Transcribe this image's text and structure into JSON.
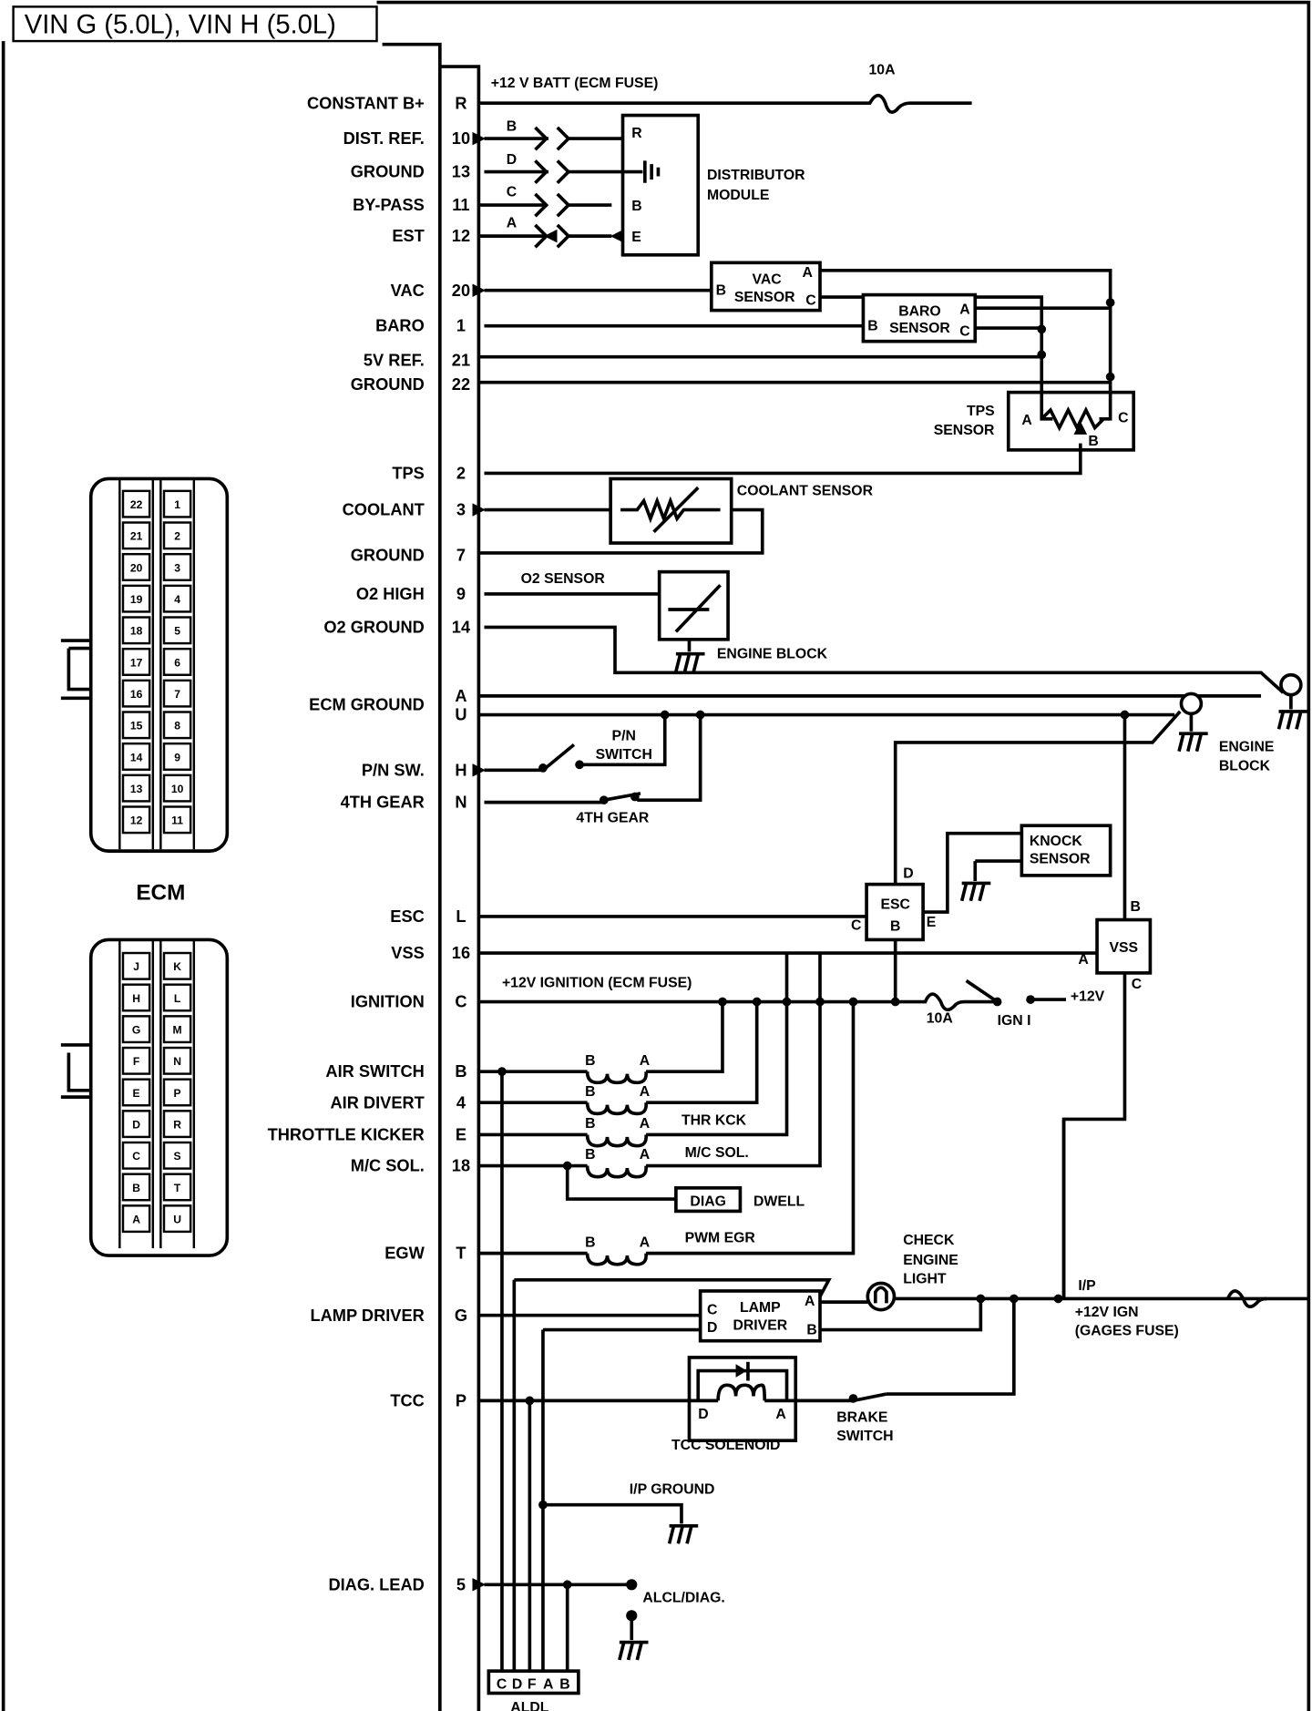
{
  "title": "VIN G (5.0L), VIN H (5.0L)",
  "ecm": {
    "label": "ECM",
    "pins": [
      {
        "label": "CONSTANT B+",
        "pin": "R"
      },
      {
        "label": "DIST. REF.",
        "pin": "10"
      },
      {
        "label": "GROUND",
        "pin": "13"
      },
      {
        "label": "BY-PASS",
        "pin": "11"
      },
      {
        "label": "EST",
        "pin": "12"
      },
      {
        "label": "VAC",
        "pin": "20"
      },
      {
        "label": "BARO",
        "pin": "1"
      },
      {
        "label": "5V REF.",
        "pin": "21"
      },
      {
        "label": "GROUND",
        "pin": "22"
      },
      {
        "label": "TPS",
        "pin": "2"
      },
      {
        "label": "COOLANT",
        "pin": "3"
      },
      {
        "label": "GROUND",
        "pin": "7"
      },
      {
        "label": "O2 HIGH",
        "pin": "9"
      },
      {
        "label": "O2 GROUND",
        "pin": "14"
      },
      {
        "label": "ECM GROUND",
        "pin": "A"
      },
      {
        "label": "",
        "pin": "U"
      },
      {
        "label": "P/N SW.",
        "pin": "H"
      },
      {
        "label": "4TH GEAR",
        "pin": "N"
      },
      {
        "label": "ESC",
        "pin": "L"
      },
      {
        "label": "VSS",
        "pin": "16"
      },
      {
        "label": "IGNITION",
        "pin": "C"
      },
      {
        "label": "AIR SWITCH",
        "pin": "B"
      },
      {
        "label": "AIR DIVERT",
        "pin": "4"
      },
      {
        "label": "THROTTLE KICKER",
        "pin": "E"
      },
      {
        "label": "M/C SOL.",
        "pin": "18"
      },
      {
        "label": "EGW",
        "pin": "T"
      },
      {
        "label": "LAMP DRIVER",
        "pin": "G"
      },
      {
        "label": "TCC",
        "pin": "P"
      },
      {
        "label": "DIAG. LEAD",
        "pin": "5"
      }
    ],
    "connector_upper": {
      "left": [
        "22",
        "21",
        "20",
        "19",
        "18",
        "17",
        "16",
        "15",
        "14",
        "13",
        "12"
      ],
      "right": [
        "1",
        "2",
        "3",
        "4",
        "5",
        "6",
        "7",
        "8",
        "9",
        "10",
        "11"
      ]
    },
    "connector_lower": {
      "left": [
        "J",
        "H",
        "G",
        "F",
        "E",
        "D",
        "C",
        "B",
        "A"
      ],
      "right": [
        "K",
        "L",
        "M",
        "N",
        "P",
        "R",
        "S",
        "T",
        "U"
      ]
    }
  },
  "labels": {
    "batt": "+12 V BATT (ECM FUSE)",
    "fuse_batt": "10A",
    "dist_wires": [
      "B",
      "D",
      "C",
      "A"
    ],
    "dist_module_pins": [
      "R",
      "B",
      "E"
    ],
    "dist_module": [
      "DISTRIBUTOR",
      "MODULE"
    ],
    "vac_sensor": [
      "VAC",
      "SENSOR"
    ],
    "baro_sensor": [
      "BARO",
      "SENSOR"
    ],
    "sensor_pins": {
      "a": "A",
      "b": "B",
      "c": "C"
    },
    "tps_sensor": [
      "TPS",
      "SENSOR"
    ],
    "coolant_sensor": "COOLANT SENSOR",
    "o2_sensor": "O2 SENSOR",
    "engine_block_1": "ENGINE BLOCK",
    "engine_block_2": [
      "ENGINE",
      "BLOCK"
    ],
    "pn_switch": [
      "P/N",
      "SWITCH"
    ],
    "fourth_gear": "4TH GEAR",
    "knock_sensor": [
      "KNOCK",
      "SENSOR"
    ],
    "esc": {
      "name": "ESC",
      "d": "D",
      "c": "C",
      "b": "B",
      "e": "E"
    },
    "vss": {
      "name": "VSS",
      "a": "A",
      "b": "B",
      "c": "C"
    },
    "ignition": "+12V IGNITION (ECM FUSE)",
    "fuse_ign": "10A",
    "ign_switch": "IGN I",
    "plus12v": "+12V",
    "thr_kck": "THR KCK",
    "mc_sol": "M/C SOL.",
    "pwm_egr": "PWM  EGR",
    "diag": "DIAG",
    "dwell": "DWELL",
    "check_engine": [
      "CHECK",
      "ENGINE",
      "LIGHT"
    ],
    "lamp_driver": {
      "name": [
        "LAMP",
        "DRIVER"
      ],
      "a": "A",
      "b": "B",
      "c": "C",
      "d": "D"
    },
    "ip": "I/P",
    "gages": [
      "+12V IGN",
      "(GAGES FUSE)"
    ],
    "tcc_solenoid": {
      "name": "TCC SOLENOID",
      "d": "D",
      "a": "A"
    },
    "brake_switch": [
      "BRAKE",
      "SWITCH"
    ],
    "ip_ground": "I/P GROUND",
    "alcl": "ALCL/DIAG.",
    "aldl": {
      "name": "ALDL",
      "pins": [
        "C",
        "D",
        "F",
        "A",
        "B"
      ]
    }
  },
  "solenoid_pin_labels": {
    "b": "B",
    "a": "A"
  }
}
